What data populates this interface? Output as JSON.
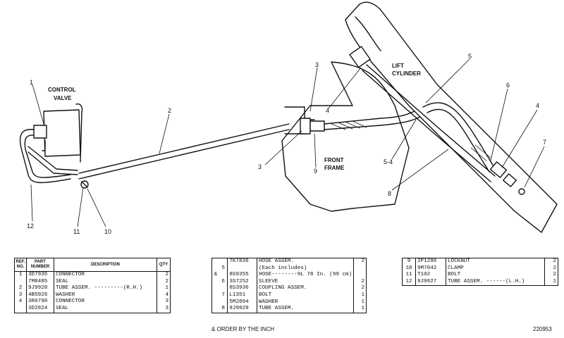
{
  "labels": {
    "control_valve": [
      "CONTROL",
      "VALVE"
    ],
    "lift_cylinder": [
      "LIFT",
      "CYLINDER"
    ],
    "front_frame": [
      "FRONT",
      "FRAME"
    ]
  },
  "callouts": [
    "1",
    "2",
    "3",
    "3",
    "9",
    "4",
    "5",
    "6",
    "4",
    "7",
    "5-4",
    "8",
    "12",
    "11",
    "10"
  ],
  "tables": {
    "headers": {
      "ref": [
        "REF.",
        "NO."
      ],
      "part": [
        "PART",
        "NUMBER"
      ],
      "desc": "DESCRIPTION",
      "qty": "QTY"
    },
    "t1": [
      {
        "ref": "1",
        "part": "3D7935",
        "desc": "CONNECTOR",
        "qty": "2"
      },
      {
        "ref": "",
        "part": "7M8485",
        "desc": "SEAL",
        "qty": "2"
      },
      {
        "ref": "2",
        "part": "9J9928",
        "desc": "TUBE ASSEM. ---------(R.H.)",
        "qty": "1"
      },
      {
        "ref": "3",
        "part": "4B5926",
        "desc": "WASHER",
        "qty": "4"
      },
      {
        "ref": "4",
        "part": "3R6790",
        "desc": "CONNECTOR",
        "qty": "3"
      },
      {
        "ref": "",
        "part": "3D2824",
        "desc": "SEAL",
        "qty": "3"
      }
    ],
    "t2": [
      {
        "mark": "",
        "ref": "",
        "part": "7K7836",
        "desc": "HOSE ASSEM.",
        "qty": "2"
      },
      {
        "mark": "",
        "ref": "5",
        "part": "",
        "desc": "(Each includes)",
        "qty": ""
      },
      {
        "mark": "&",
        "ref": "",
        "part": "8S9355",
        "desc": "HOSE--------9L 78 In. (99 cm)",
        "qty": ""
      },
      {
        "mark": "",
        "ref": "6",
        "part": "3S7252",
        "desc": "SLEEVE",
        "qty": "2"
      },
      {
        "mark": "",
        "ref": "",
        "part": "8S3936",
        "desc": "COUPLING ASSEM.",
        "qty": "2"
      },
      {
        "mark": "",
        "ref": "7",
        "part": "L1351",
        "desc": "BOLT",
        "qty": "1"
      },
      {
        "mark": "",
        "ref": "",
        "part": "5M2894",
        "desc": "WASHER",
        "qty": "1"
      },
      {
        "mark": "",
        "ref": "8",
        "part": "9J9929",
        "desc": "TUBE ASSEM.",
        "qty": "1"
      }
    ],
    "t3": [
      {
        "ref": "9",
        "part": "2P1286",
        "desc": "LOCKNUT",
        "qty": "2"
      },
      {
        "ref": "10",
        "part": "9M7042",
        "desc": "CLAMP",
        "qty": "2"
      },
      {
        "ref": "11",
        "part": "T102",
        "desc": "BOLT",
        "qty": "2"
      },
      {
        "ref": "12",
        "part": "9J9927",
        "desc": "TUBE ASSEM. ------(L.H.)",
        "qty": "1"
      }
    ]
  },
  "note": "& ORDER BY THE INCH",
  "drawing_number": "220953"
}
